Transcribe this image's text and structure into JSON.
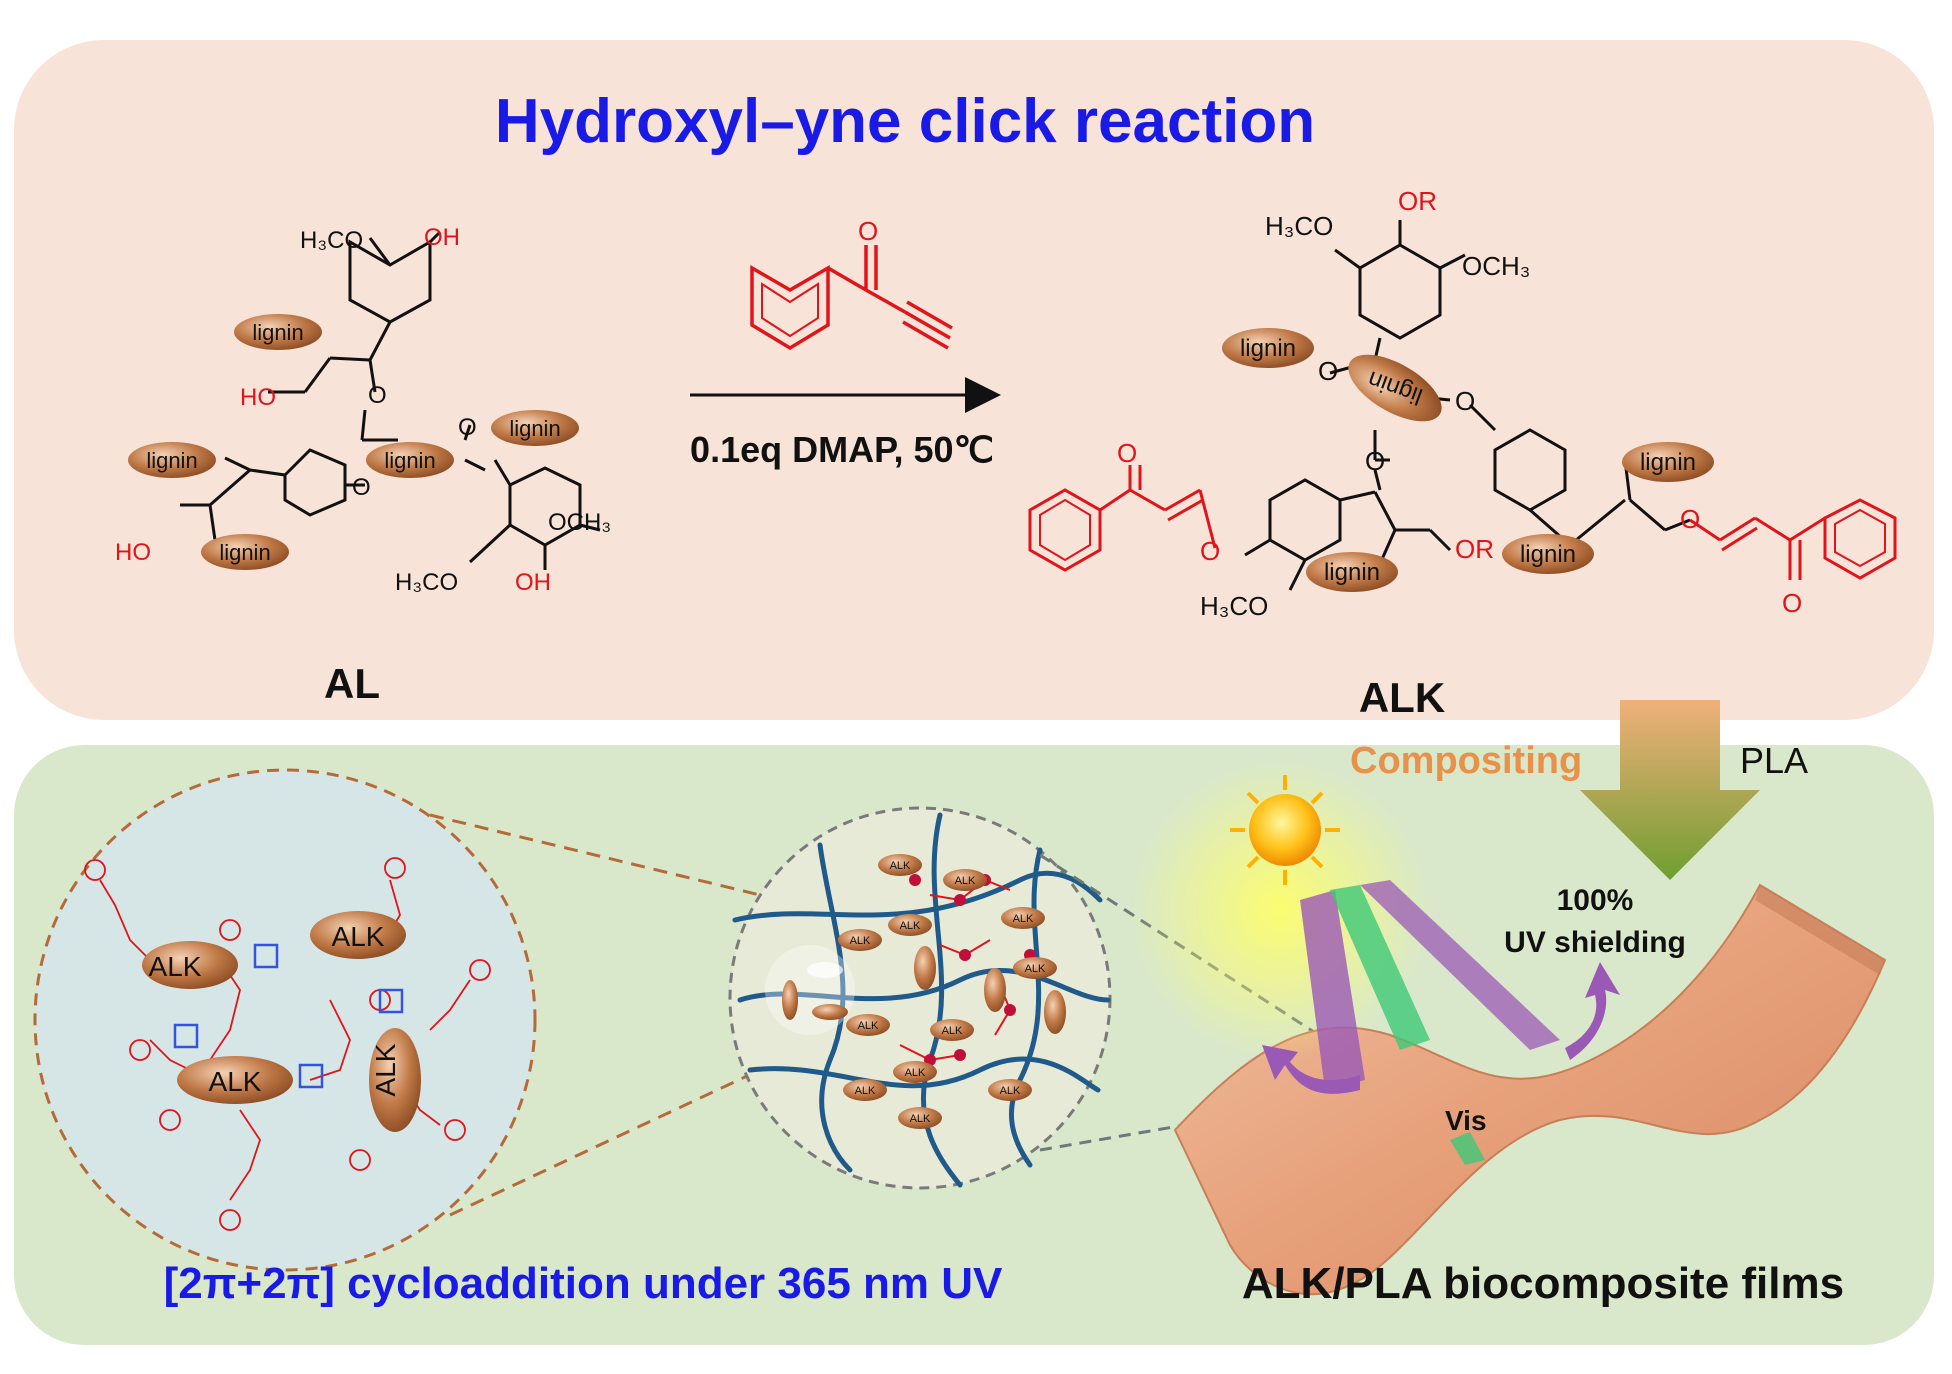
{
  "top_panel": {
    "title": "Hydroxyl–yne click reaction",
    "conditions": "0.1eq DMAP, 50℃",
    "reactant_label": "AL",
    "product_label": "ALK",
    "lignin_label": "lignin",
    "groups": {
      "h3co": "H₃CO",
      "oh": "OH",
      "ho": "HO",
      "o": "O",
      "och3": "OCH₃",
      "or": "OR"
    }
  },
  "transition": {
    "compositing": "Compositing",
    "pla": "PLA"
  },
  "bottom_panel": {
    "left_caption": "[2π+2π] cycloaddition under 365 nm UV",
    "right_caption": "ALK/PLA biocomposite films",
    "alk_label": "ALK",
    "uv_shielding_line1": "100%",
    "uv_shielding_line2": "UV shielding",
    "vis_label": "Vis"
  },
  "colors": {
    "top_bg": "#f8e3d8",
    "bottom_bg": "#d9e8cb",
    "title_blue": "#1a1ae6",
    "structure_red": "#e0141a",
    "ellipse_brown": "#b56a3a",
    "compositing_orange": "#e8914a",
    "arrow_green": "#7aa83a",
    "film": "#e8a882",
    "network_blue": "#1f5a8a",
    "uv_purple": "#9b59b6"
  }
}
